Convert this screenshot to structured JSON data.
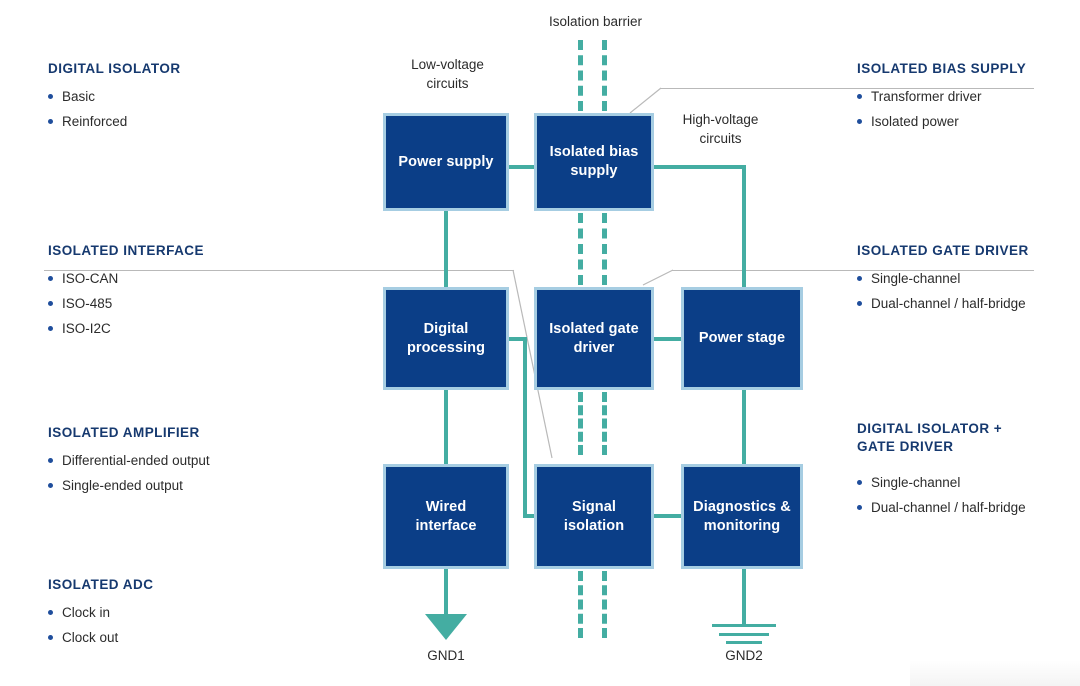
{
  "diagram": {
    "title_note_low": "Low-voltage\ncircuits",
    "title_note_high": "High-voltage\ncircuits",
    "barrier_label": "Isolation barrier",
    "ground1": "GND1",
    "ground2": "GND2",
    "colors": {
      "block_fill": "#0b3e87",
      "block_border": "#a6cde2",
      "wire": "#44ada2",
      "heading": "#16396f",
      "bullet": "#1f4e9c",
      "leader": "#b9b9b9",
      "background": "#ffffff"
    },
    "blocks": [
      {
        "id": "power-supply",
        "label": "Power supply"
      },
      {
        "id": "isolated-bias-supply",
        "label": "Isolated bias\nsupply"
      },
      {
        "id": "digital-processing",
        "label": "Digital\nprocessing"
      },
      {
        "id": "isolated-gate-driver",
        "label": "Isolated gate\ndriver"
      },
      {
        "id": "power-stage",
        "label": "Power stage"
      },
      {
        "id": "wired-interface",
        "label": "Wired\ninterface"
      },
      {
        "id": "signal-isolation",
        "label": "Signal\nisolation"
      },
      {
        "id": "diagnostics",
        "label": "Diagnostics &\nmonitoring"
      }
    ]
  },
  "left_categories": [
    {
      "id": "digital-isolator",
      "heading": "DIGITAL ISOLATOR",
      "items": [
        "Basic",
        "Reinforced"
      ]
    },
    {
      "id": "isolated-interface",
      "heading": "ISOLATED INTERFACE",
      "items": [
        "ISO-CAN",
        "ISO-485",
        "ISO-I2C"
      ]
    },
    {
      "id": "isolated-amplifier",
      "heading": "ISOLATED AMPLIFIER",
      "items": [
        "Differential-ended output",
        "Single-ended output"
      ]
    },
    {
      "id": "isolated-adc",
      "heading": "ISOLATED ADC",
      "items": [
        "Clock in",
        "Clock out"
      ]
    }
  ],
  "right_categories": [
    {
      "id": "isolated-bias-supply",
      "heading": "ISOLATED BIAS SUPPLY",
      "items": [
        "Transformer driver",
        "Isolated power"
      ]
    },
    {
      "id": "isolated-gate-driver",
      "heading": "ISOLATED GATE DRIVER",
      "items": [
        "Single-channel",
        "Dual-channel / half-bridge"
      ]
    },
    {
      "id": "digital-isolator-gate-driver",
      "heading": "DIGITAL ISOLATOR +\nGATE DRIVER",
      "items": [
        "Single-channel",
        "Dual-channel / half-bridge"
      ]
    }
  ]
}
